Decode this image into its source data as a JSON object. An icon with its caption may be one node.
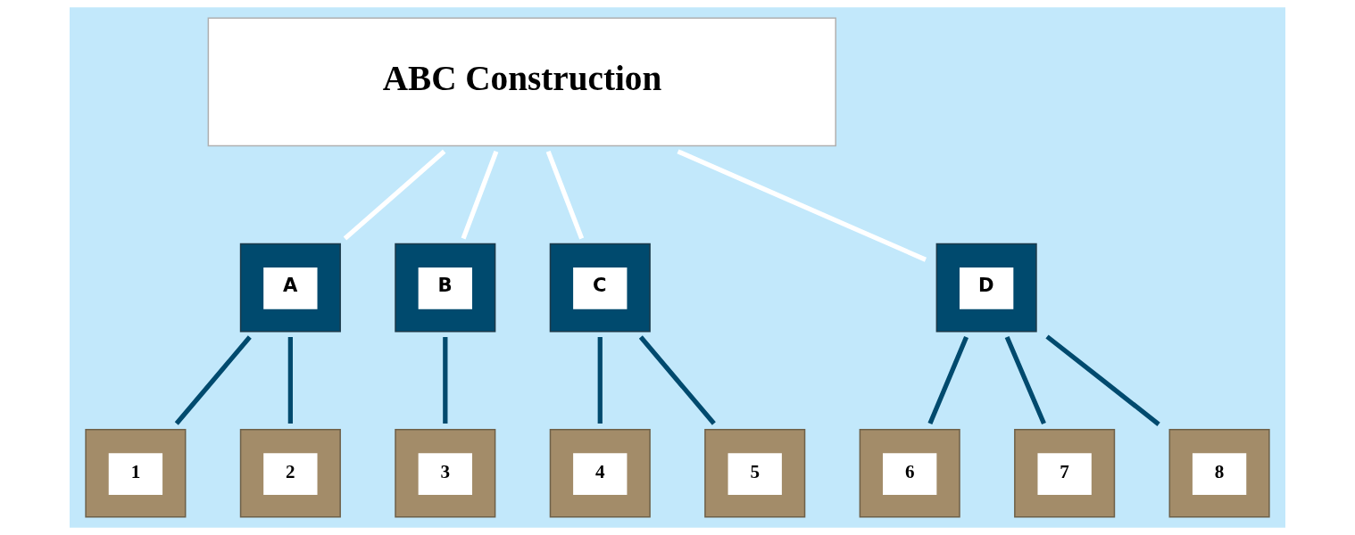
{
  "diagram": {
    "nodes": [
      {
        "text": [
          "ABC Construction"
        ]
      },
      {
        "text": [
          "A"
        ]
      },
      {
        "text": [
          "B"
        ]
      },
      {
        "text": [
          "C"
        ]
      },
      {
        "text": [
          "D"
        ]
      },
      {
        "text": [
          "1"
        ]
      },
      {
        "text": [
          "2"
        ]
      },
      {
        "text": [
          "3"
        ]
      },
      {
        "text": [
          "4"
        ]
      },
      {
        "text": [
          "5"
        ]
      },
      {
        "text": [
          "6"
        ]
      },
      {
        "text": [
          "7"
        ]
      },
      {
        "text": [
          "8"
        ]
      }
    ],
    "edges": [
      {
        "from": 0,
        "to": 1,
        "arrow": "none",
        "color": "#ffffff"
      },
      {
        "from": 0,
        "to": 2,
        "arrow": "none",
        "color": "#ffffff"
      },
      {
        "from": 0,
        "to": 3,
        "arrow": "none",
        "color": "#ffffff"
      },
      {
        "from": 0,
        "to": 4,
        "arrow": "none",
        "color": "#ffffff"
      },
      {
        "from": 1,
        "to": 5,
        "arrow": "none"
      },
      {
        "from": 1,
        "to": 6,
        "arrow": "none"
      },
      {
        "from": 2,
        "to": 7,
        "arrow": "none"
      },
      {
        "from": 3,
        "to": 8,
        "arrow": "none"
      },
      {
        "from": 3,
        "to": 9,
        "arrow": "none"
      },
      {
        "from": 4,
        "to": 10,
        "arrow": "none"
      },
      {
        "from": 4,
        "to": 11,
        "arrow": "none"
      },
      {
        "from": 4,
        "to": 12,
        "arrow": "none"
      }
    ]
  }
}
